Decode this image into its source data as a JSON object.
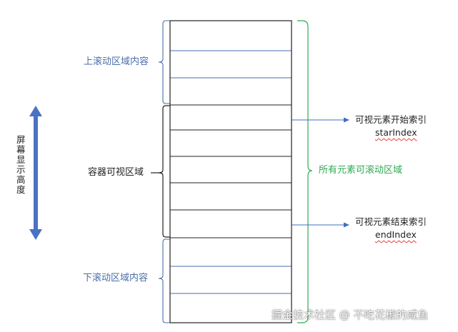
{
  "diagram": {
    "labels": {
      "screen_height": "屏幕显示高度",
      "upper_scroll": "上滚动区域内容",
      "container_visible": "容器可视区域",
      "lower_scroll": "下滚动区域内容",
      "all_scrollable": "所有元素可滚动区域",
      "start_index_title": "可视元素开始索引",
      "start_index_var": "starIndex",
      "end_index_title": "可视元素结束索引",
      "end_index_var": "endIndex"
    },
    "watermark": "掘金技术社区 @ 不吃花椒的咸鱼",
    "colors": {
      "blue": "#4a6ea8",
      "list_border_dark": "#222222",
      "green": "#2eaa55",
      "arrow_fill": "#4a72c4",
      "index_arrow": "#3f6fbf",
      "squiggle": "#e0403a"
    }
  }
}
